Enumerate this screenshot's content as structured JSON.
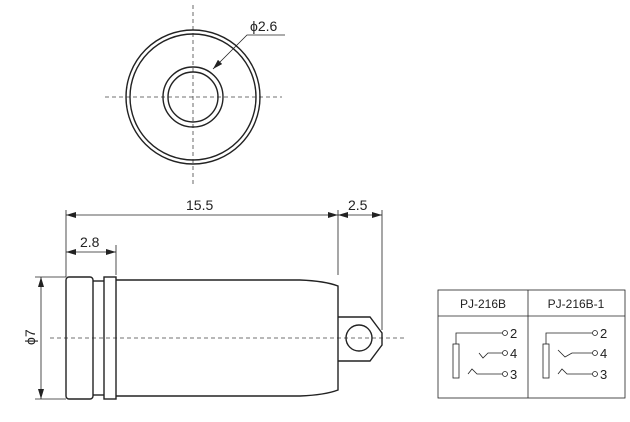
{
  "top_view": {
    "diameter_label": "ϕ2.6"
  },
  "side_view": {
    "length_label": "15.5",
    "tab_label": "2.5",
    "cap_label": "2.8",
    "diameter_label": "ϕ7"
  },
  "wiring_table": {
    "columns": [
      {
        "title": "PJ-216B",
        "pins": [
          "2",
          "4",
          "3"
        ]
      },
      {
        "title": "PJ-216B-1",
        "pins": [
          "2",
          "4",
          "3"
        ]
      }
    ]
  }
}
